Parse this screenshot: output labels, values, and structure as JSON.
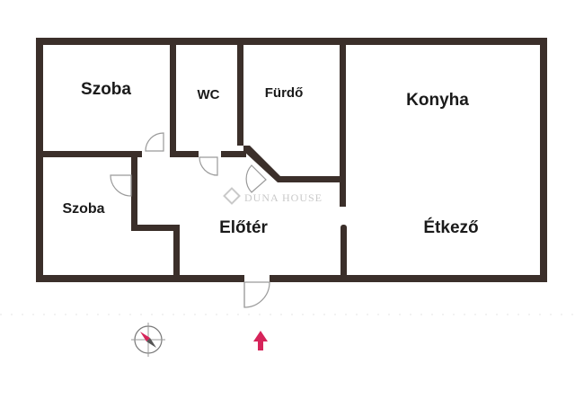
{
  "floorplan": {
    "rooms": [
      {
        "id": "szoba-1",
        "label": "Szoba"
      },
      {
        "id": "wc",
        "label": "WC"
      },
      {
        "id": "furdo",
        "label": "Fürdő"
      },
      {
        "id": "konyha",
        "label": "Konyha"
      },
      {
        "id": "szoba-2",
        "label": "Szoba"
      },
      {
        "id": "eloter",
        "label": "Előtér"
      },
      {
        "id": "etkezo",
        "label": "Étkező"
      }
    ],
    "watermark": "DUNA HOUSE",
    "colors": {
      "wall": "#3b2f2a",
      "door_arc": "#9a9a9a",
      "north_arrow": "#d6245a",
      "watermark": "#c9c9c9"
    },
    "icons": [
      "compass-icon",
      "entrance-arrow-icon"
    ]
  }
}
